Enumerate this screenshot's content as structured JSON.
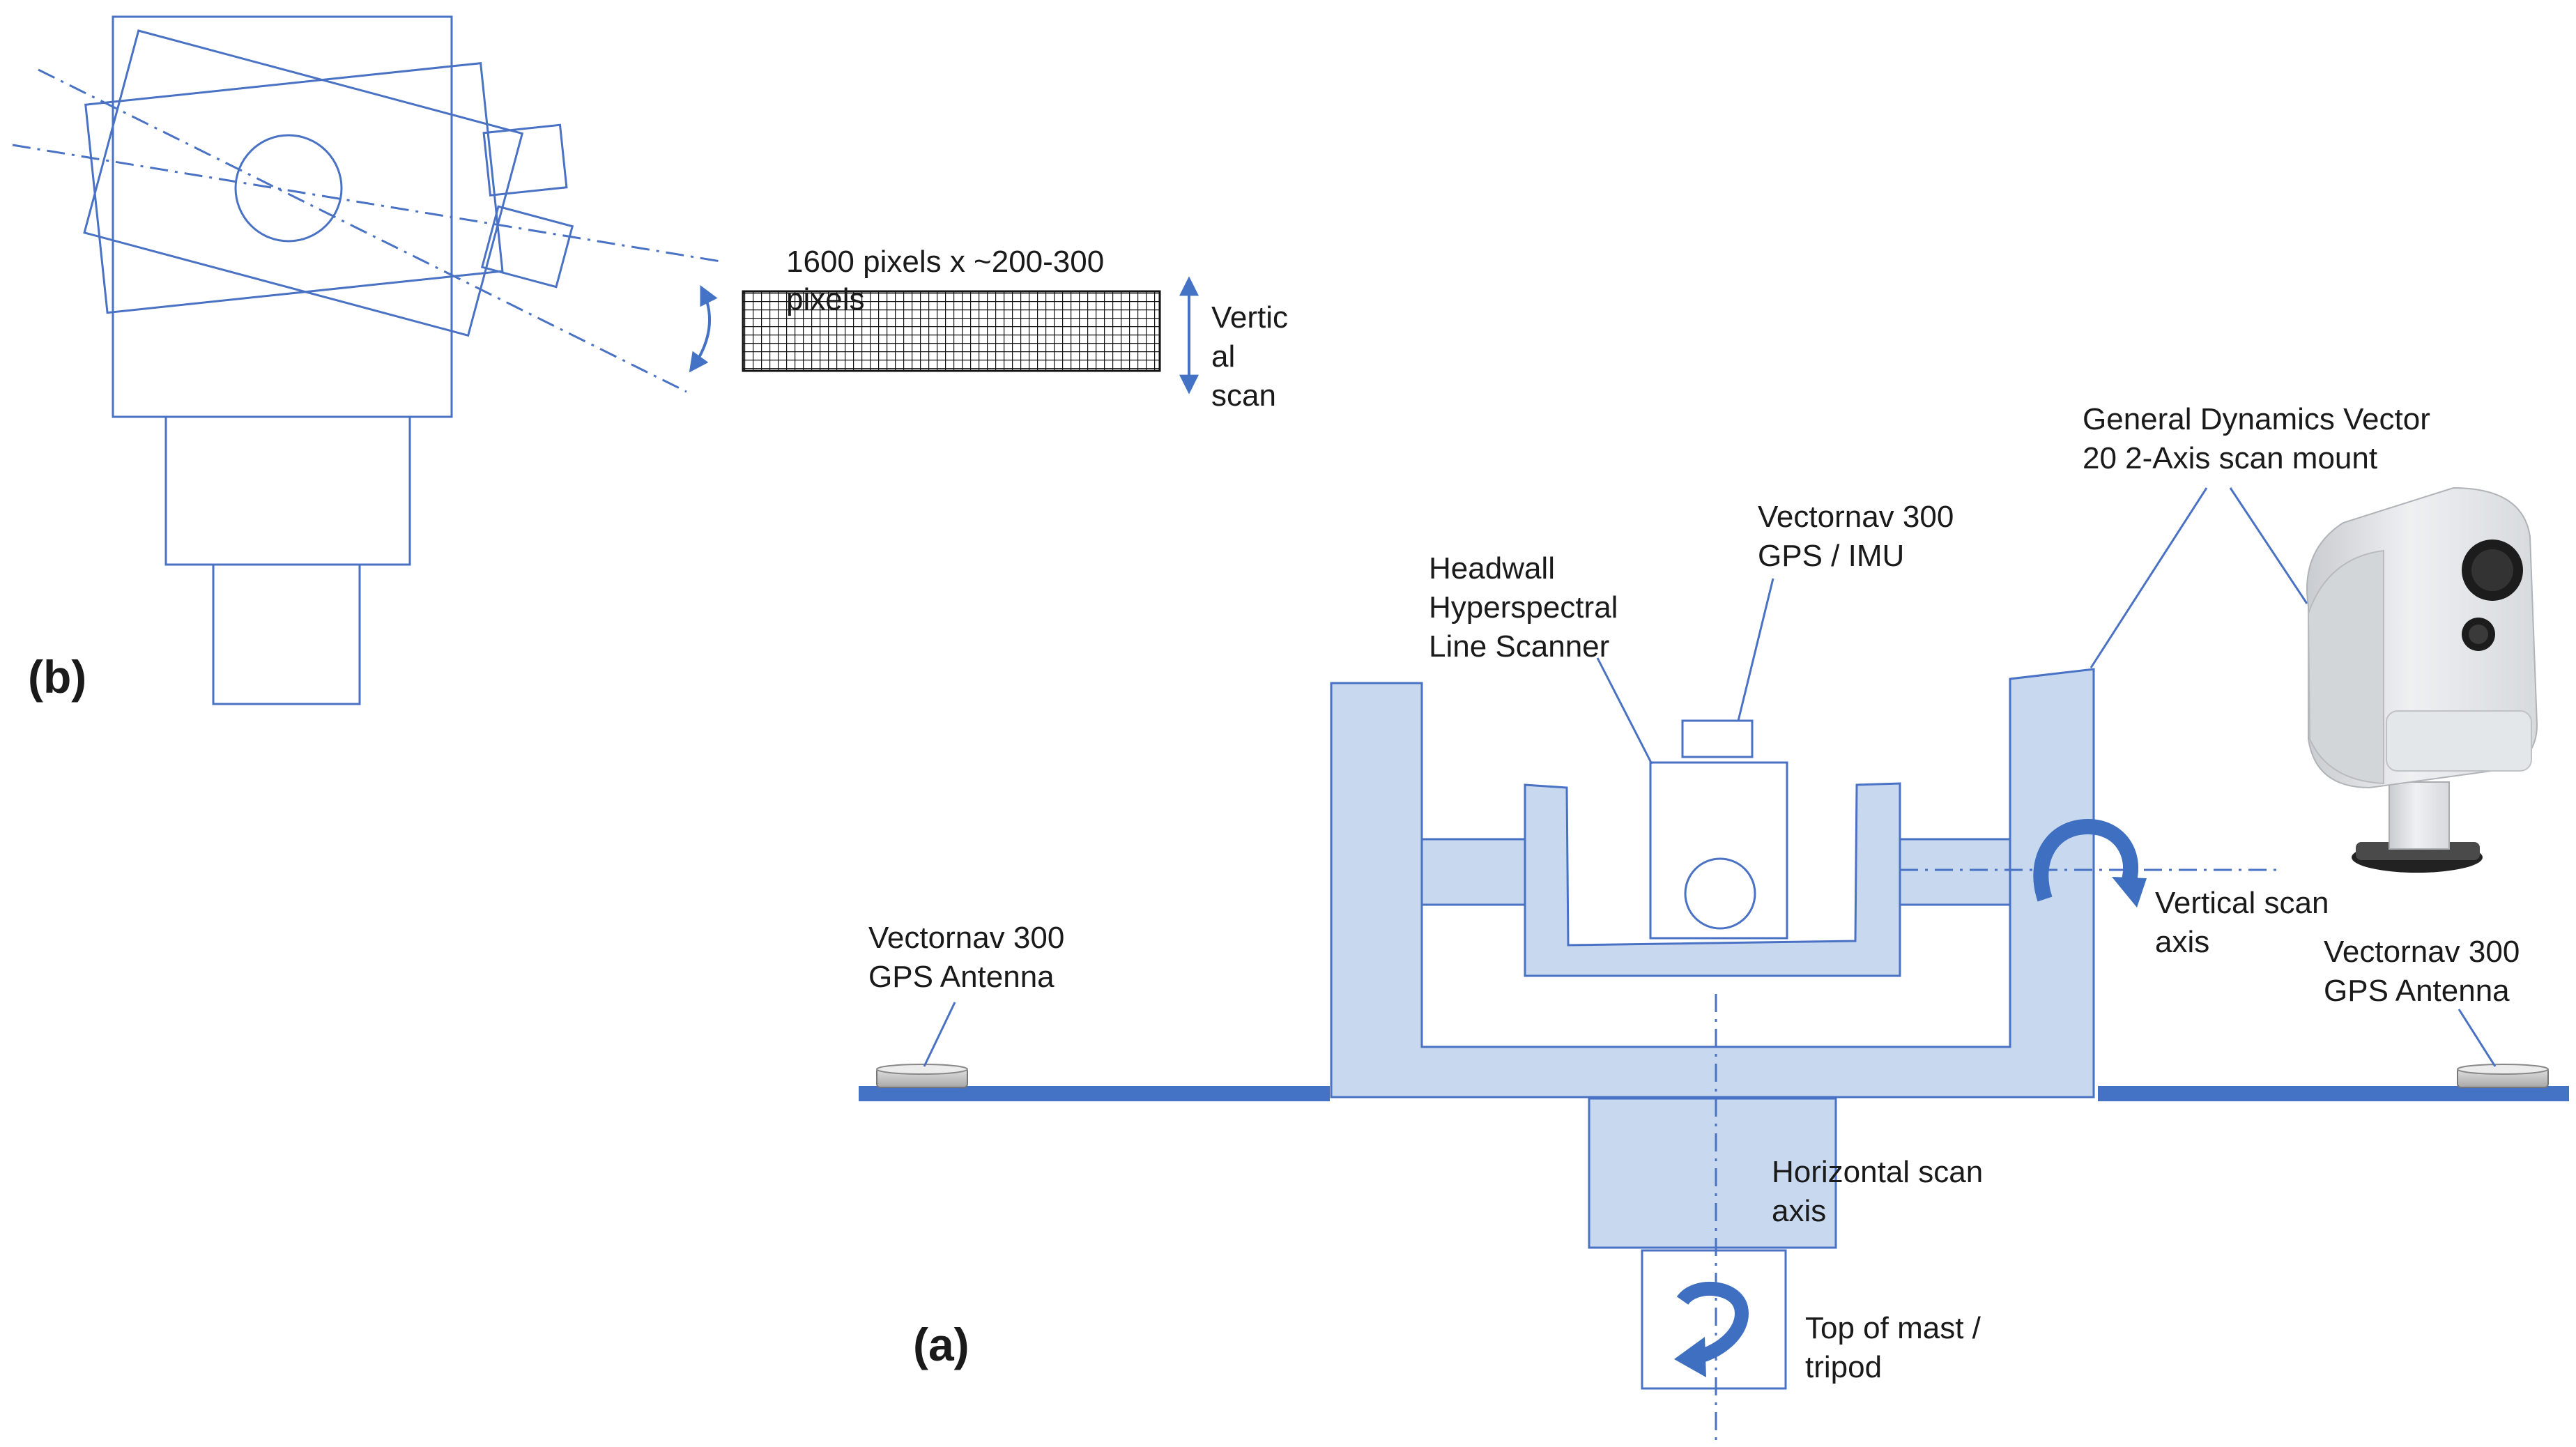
{
  "panel_labels": {
    "a": "(a)",
    "b": "(b)"
  },
  "labels": {
    "line_scan_size": "1600 pixels x ~200-300",
    "line_scan_size_2": "pixels",
    "vertical_scan_1": "Vertic",
    "vertical_scan_2": "al",
    "vertical_scan_3": "scan",
    "gd_mount_1": "General Dynamics Vector",
    "gd_mount_2": "20  2-Axis scan mount",
    "imu_1": "Vectornav 300",
    "imu_2": "GPS / IMU",
    "scanner_1": "Headwall",
    "scanner_2": "Hyperspectral",
    "scanner_3": "Line Scanner",
    "antenna_left_1": "Vectornav 300",
    "antenna_left_2": "GPS Antenna",
    "antenna_right_1": "Vectornav 300",
    "antenna_right_2": "GPS Antenna",
    "vertical_axis_1": "Vertical scan",
    "vertical_axis_2": "axis",
    "horizontal_axis_1": "Horizontal scan",
    "horizontal_axis_2": "axis",
    "mast_1": "Top of mast /",
    "mast_2": "tripod"
  },
  "colors": {
    "fill": "#c7d8ef",
    "outline": "#4a72c4",
    "rail": "#4472c4",
    "arrow": "#3e6fc0",
    "text": "#1a1a1a"
  }
}
